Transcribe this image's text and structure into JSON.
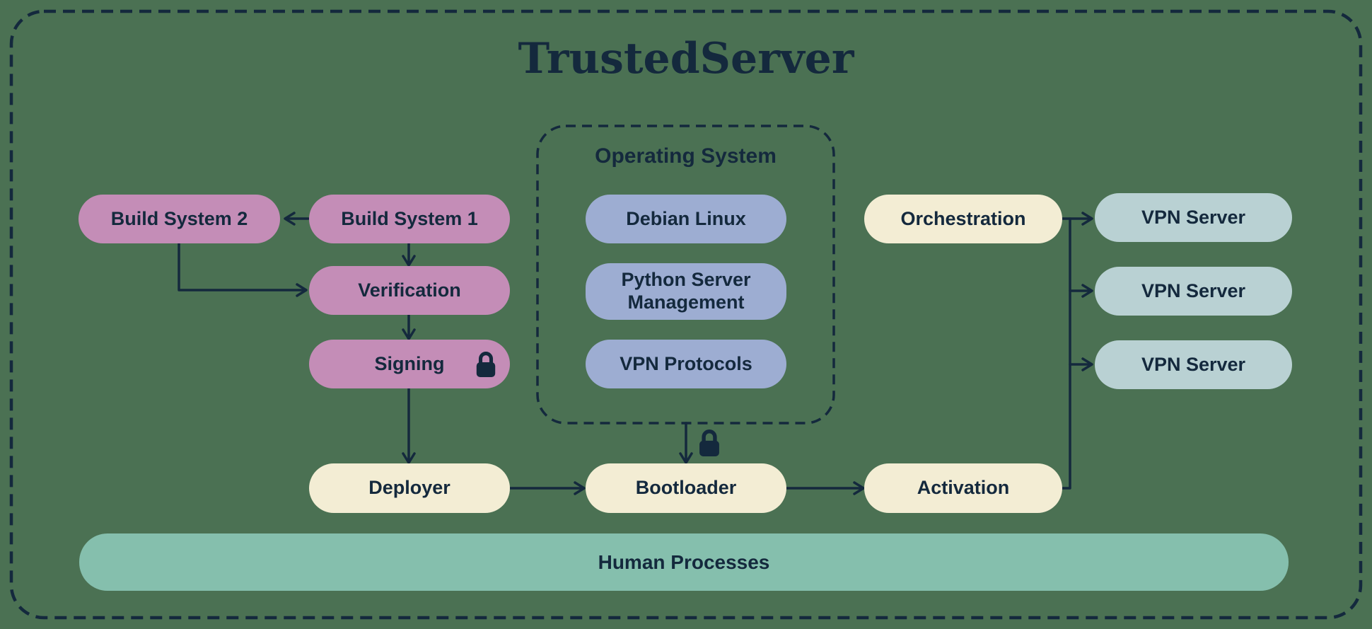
{
  "title": "TrustedServer",
  "groups": {
    "operating_system_label": "Operating System"
  },
  "nodes": {
    "build_system_2": "Build System 2",
    "build_system_1": "Build System 1",
    "verification": "Verification",
    "signing": "Signing",
    "deployer": "Deployer",
    "debian_linux": "Debian Linux",
    "python_server_management": "Python Server Management",
    "vpn_protocols": "VPN Protocols",
    "bootloader": "Bootloader",
    "orchestration": "Orchestration",
    "activation": "Activation",
    "vpn_server_1": "VPN Server",
    "vpn_server_2": "VPN Server",
    "vpn_server_3": "VPN Server",
    "human_processes": "Human Processes"
  },
  "icons": {
    "signing_lock": "lock-icon",
    "bootloader_lock": "lock-icon"
  },
  "colors": {
    "background": "#4b7153",
    "ink": "#14293d",
    "pink": "#c48db7",
    "lavender": "#9dadd2",
    "cream": "#f3edd4",
    "vpn": "#b9d1d3",
    "human": "#85bfad"
  }
}
